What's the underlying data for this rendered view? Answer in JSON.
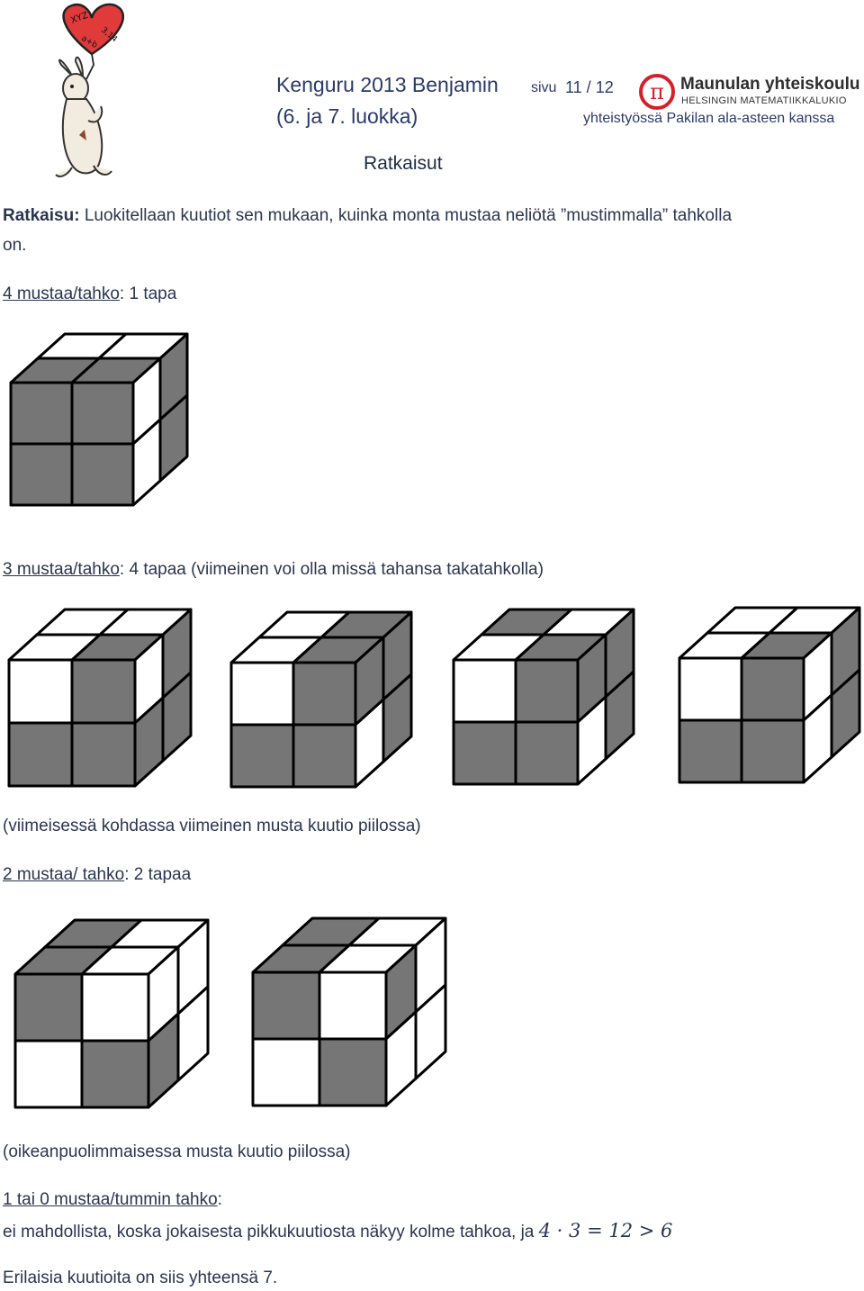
{
  "header": {
    "title": "Kenguru 2013 Benjamin",
    "page_label": "sivu",
    "page_number": "11 / 12",
    "grade": "(6. ja 7. luokka)",
    "school_name": "Maunulan yhteiskoulu",
    "school_sub": "HELSINGIN MATEMATIIKKALUKIO",
    "cooperation": "yhteistyössä Pakilan ala-asteen kanssa",
    "section": "Ratkaisut",
    "logo_symbol": "π",
    "balloon_text": [
      "XYZ",
      "3,14",
      "a+b"
    ]
  },
  "content": {
    "solution_label": "Ratkaisu:",
    "solution_text_1": "Luokitellaan kuutiot sen mukaan, kuinka monta mustaa neliötä ”mustimmalla” tahkolla",
    "solution_text_2": "on.",
    "case4_title": "4 mustaa/tahko",
    "case4_rest": ": 1 tapa",
    "case3_title": "3 mustaa/tahko",
    "case3_rest": ": 4 tapaa (viimeinen voi olla missä tahansa takatahkolla)",
    "case3_note": "(viimeisessä kohdassa viimeinen musta kuutio piilossa)",
    "case2_title": "2 mustaa/ tahko",
    "case2_rest": ": 2 tapaa",
    "case2_note": "(oikeanpuolimmaisessa musta kuutio piilossa)",
    "case1_title": "1 tai 0 mustaa/tummin tahko",
    "case1_rest": ":",
    "case1_text": "ei mahdollista, koska jokaisesta pikkukuutiosta näkyy kolme tahkoa, ja",
    "case1_math": "4 · 3 = 12 > 6",
    "conclusion": "Erilaisia kuutioita on siis yhteensä 7."
  },
  "colors": {
    "dark_cell": "#767676",
    "light_cell": "#ffffff",
    "logo_red": "#d4202a",
    "heart_red": "#e03a3a"
  },
  "figures": [
    {
      "front": [
        "d",
        "d",
        "d",
        "d"
      ],
      "top": [
        "w",
        "w",
        "d",
        "d"
      ],
      "side": [
        "w",
        "d",
        "w",
        "d"
      ]
    },
    {
      "front": [
        "w",
        "d",
        "d",
        "d"
      ],
      "top": [
        "w",
        "w",
        "w",
        "d"
      ],
      "side": [
        "w",
        "d",
        "d",
        "d"
      ]
    },
    {
      "front": [
        "w",
        "d",
        "d",
        "d"
      ],
      "top": [
        "w",
        "d",
        "w",
        "d"
      ],
      "side": [
        "d",
        "d",
        "w",
        "d"
      ]
    },
    {
      "front": [
        "w",
        "d",
        "d",
        "d"
      ],
      "top": [
        "d",
        "w",
        "w",
        "d"
      ],
      "side": [
        "d",
        "d",
        "w",
        "d"
      ]
    },
    {
      "front": [
        "w",
        "d",
        "d",
        "d"
      ],
      "top": [
        "w",
        "w",
        "w",
        "d"
      ],
      "side": [
        "w",
        "d",
        "w",
        "d"
      ]
    },
    {
      "front": [
        "d",
        "w",
        "w",
        "d"
      ],
      "top": [
        "d",
        "w",
        "d",
        "w"
      ],
      "side": [
        "w",
        "w",
        "d",
        "w"
      ]
    },
    {
      "front": [
        "d",
        "w",
        "w",
        "d"
      ],
      "top": [
        "d",
        "w",
        "d",
        "w"
      ],
      "side": [
        "d",
        "w",
        "w",
        "w"
      ]
    }
  ]
}
